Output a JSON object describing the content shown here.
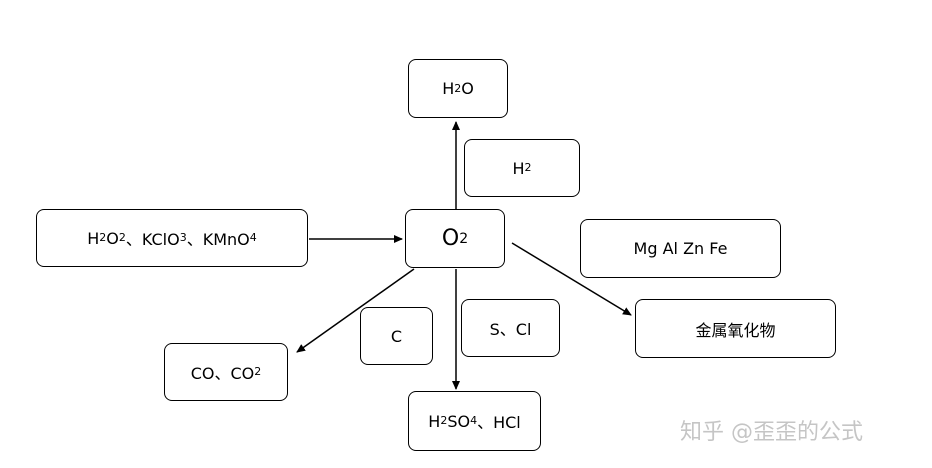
{
  "nodes": {
    "o2": {
      "main": "O",
      "sub1": "2"
    },
    "h2o": {
      "a": "H",
      "sub1": "2",
      "b": "O"
    },
    "h2": {
      "a": "H",
      "sub1": "2"
    },
    "sources": {
      "a": "H",
      "sub1": "2",
      "b": "O",
      "sub2": "2",
      "c": "、KClO",
      "sub3": "3",
      "d": "、KMnO",
      "sub4": "4"
    },
    "metals": {
      "text": "Mg Al Zn Fe"
    },
    "metal_oxides": {
      "text": "金属氧化物"
    },
    "carbon": {
      "text": "C"
    },
    "carbon_oxides": {
      "a": "CO、CO",
      "sub1": "2"
    },
    "s_cl": {
      "text": "S、Cl"
    },
    "acids": {
      "a": "H",
      "sub1": "2",
      "b": "SO",
      "sub2": "4",
      "c": "、HCl"
    }
  },
  "watermark": "知乎 @歪歪的公式"
}
